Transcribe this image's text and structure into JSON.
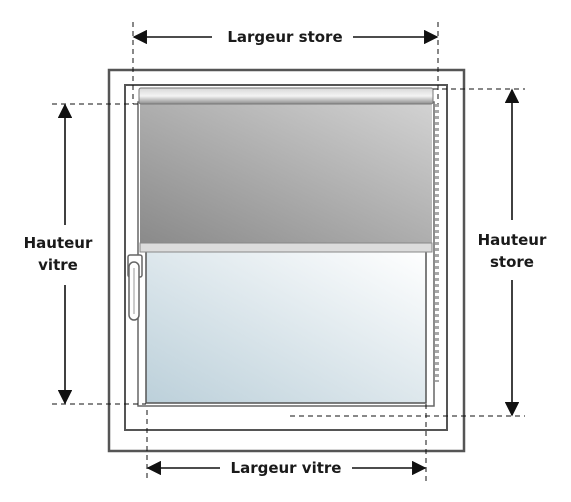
{
  "labels": {
    "largeur_store": "Largeur store",
    "largeur_vitre": "Largeur vitre",
    "hauteur_vitre_line1": "Hauteur",
    "hauteur_vitre_line2": "vitre",
    "hauteur_store_line1": "Hauteur",
    "hauteur_store_line2": "store"
  },
  "colors": {
    "frame_stroke": "#555555",
    "line": "#111111",
    "blind_dark": "#8a8a8a",
    "blind_light": "#d0d0d0",
    "glass_light": "#f4f7f9",
    "glass_dark": "#bcd0da",
    "chain": "#a8a8a8"
  }
}
